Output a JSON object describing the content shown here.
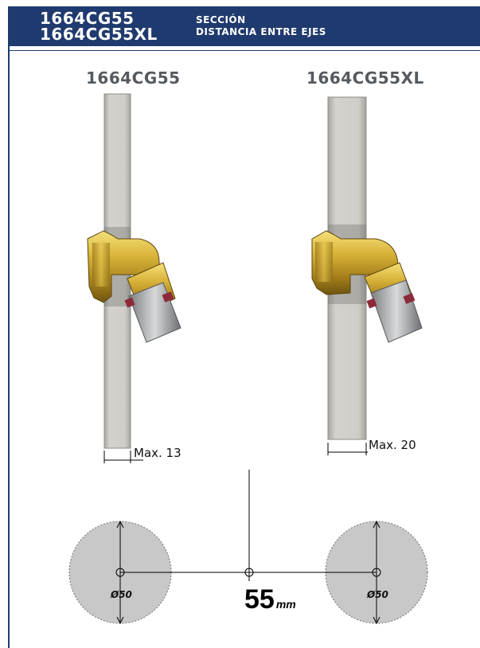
{
  "header": {
    "code_1": "1664CG55",
    "code_2": "1664CG55XL",
    "section_label": "SECCIÓN",
    "section_desc": "DISTANCIA ENTRE EJES"
  },
  "products": {
    "left_title": "1664CG55",
    "right_title": "1664CG55XL",
    "left_max": "Max. 13",
    "right_max": "Max. 20"
  },
  "diagram": {
    "left_diameter": "Ø50",
    "right_diameter": "Ø50",
    "spacing_value": "55",
    "spacing_unit": "mm"
  },
  "colors": {
    "header_bg": "#1f3a6e",
    "brass": "#c9a227",
    "wall_gray": "#cfcdc8",
    "circle_gray": "#c8c8c8"
  }
}
